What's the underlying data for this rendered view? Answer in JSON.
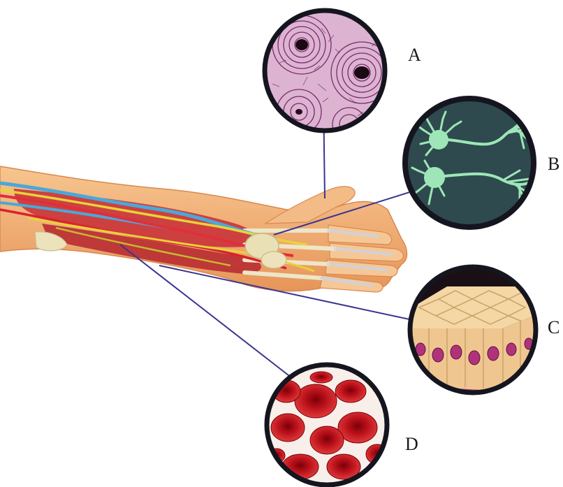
{
  "labels": {
    "a": "A",
    "b": "B",
    "c": "C",
    "d": "D"
  },
  "colors": {
    "leader_line": "#3a3590",
    "circle_rim": "#15151f",
    "bone_tissue": "#c88bb8",
    "nerve_bg": "#2e4a4e",
    "nerve_cell": "#9ee6b8",
    "epithelium": "#f4d7a4",
    "nucleus": "#b0337a",
    "blood_cell": "#c4131c",
    "skin": "#f1b27a",
    "muscle": "#c9343a",
    "nerve_fiber": "#e8d23a",
    "vein": "#4aa8d8"
  },
  "icons": {
    "arm": "anatomical-arm-illustration",
    "a": "bone-tissue-micrograph",
    "b": "nerve-cell-illustration",
    "c": "epithelial-tissue-illustration",
    "d": "red-blood-cells-illustration"
  }
}
